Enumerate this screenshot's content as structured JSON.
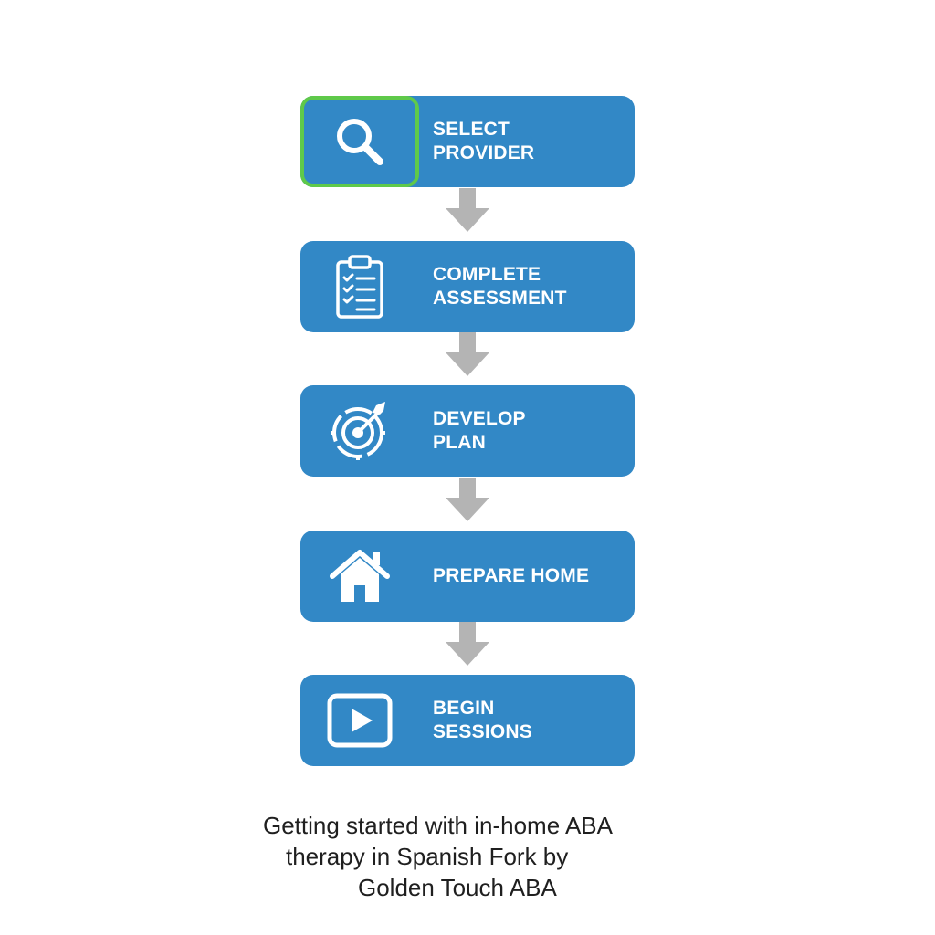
{
  "steps": [
    {
      "label": "SELECT\nPROVIDER",
      "icon": "magnifying-glass-icon"
    },
    {
      "label": "COMPLETE\nASSESSMENT",
      "icon": "clipboard-checklist-icon"
    },
    {
      "label": "DEVELOP\nPLAN",
      "icon": "target-arrow-icon"
    },
    {
      "label": "PREPARE HOME",
      "icon": "house-icon"
    },
    {
      "label": "BEGIN\nSESSIONS",
      "icon": "play-button-icon"
    }
  ],
  "caption": {
    "line1": "Getting started with in-home ABA",
    "line2": "therapy in Spanish Fork by",
    "line3": "Golden Touch ABA"
  },
  "colors": {
    "box": "#3288c6",
    "highlight": "#5fc94a",
    "arrow": "#b4b4b4",
    "text": "#ffffff"
  }
}
